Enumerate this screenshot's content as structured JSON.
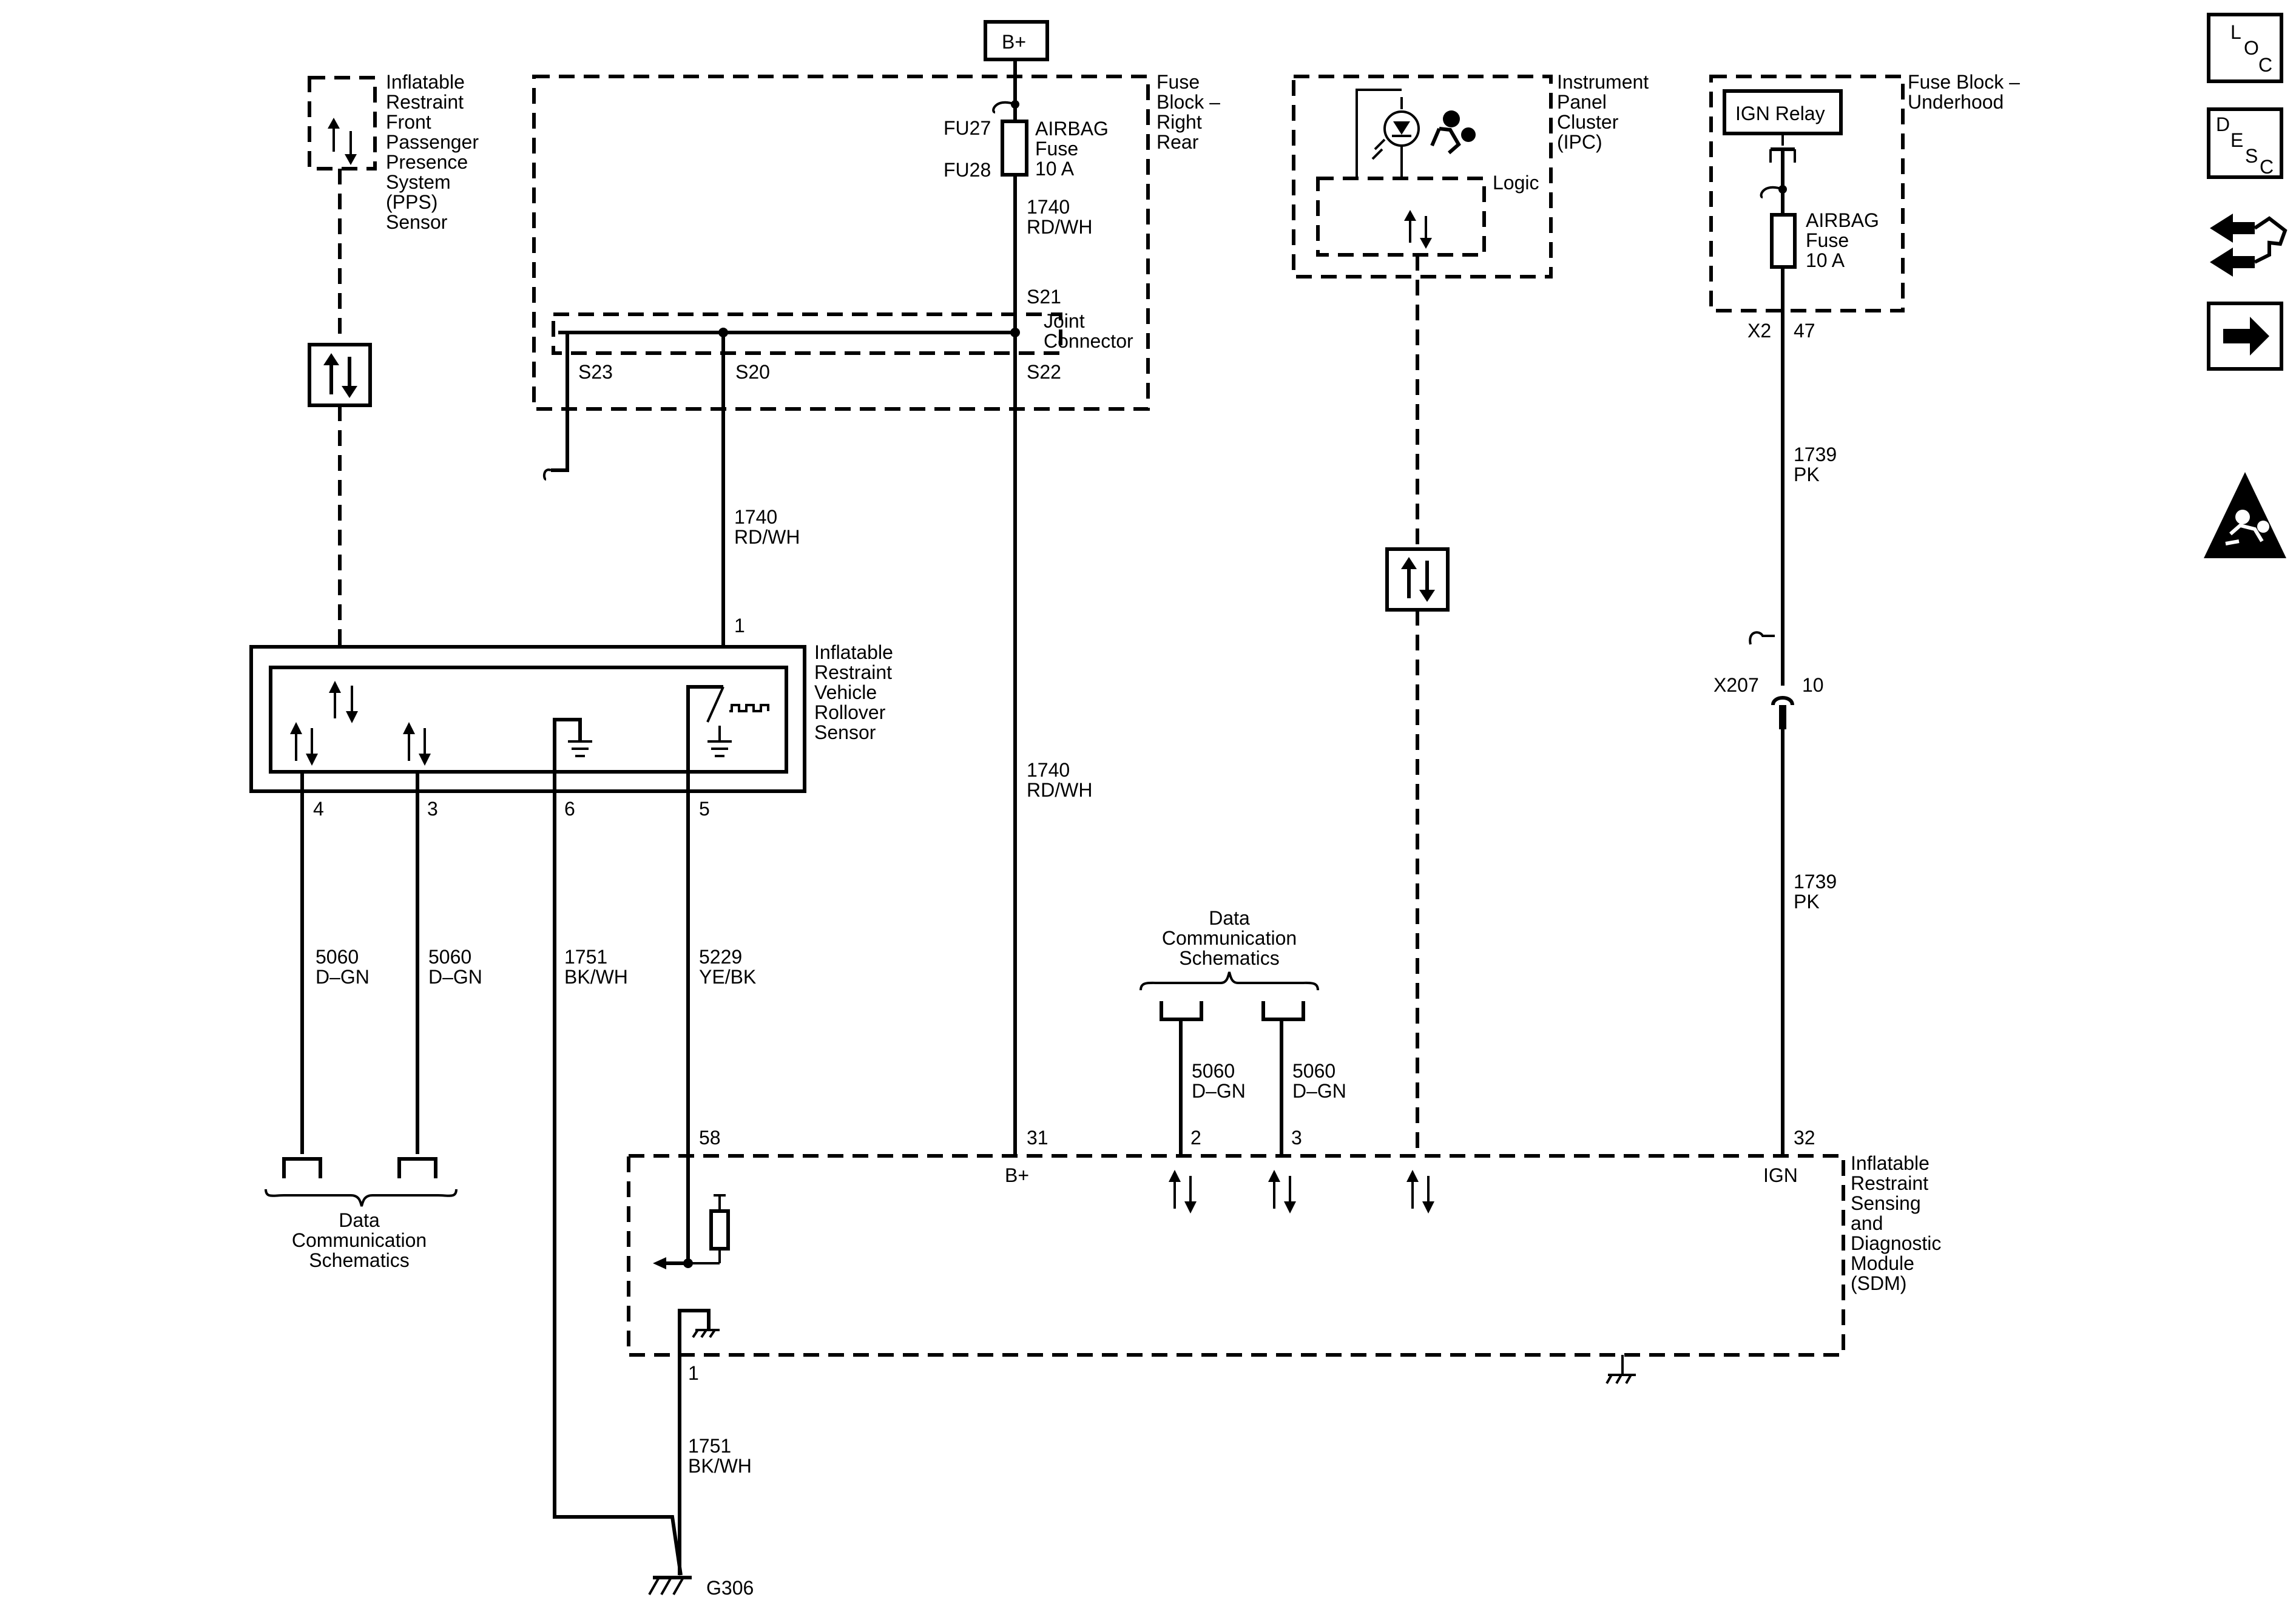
{
  "components": {
    "pps_sensor": [
      "Inflatable",
      "Restraint",
      "Front",
      "Passenger",
      "Presence",
      "System",
      "(PPS)",
      "Sensor"
    ],
    "fuse_block_rear": [
      "Fuse",
      "Block –",
      "Right",
      "Rear"
    ],
    "b_plus": "B+",
    "fu27": "FU27",
    "fu28": "FU28",
    "airbag_fuse_rear": [
      "AIRBAG",
      "Fuse",
      "10 A"
    ],
    "joint_connector": [
      "Joint",
      "Connector"
    ],
    "ipc": [
      "Instrument",
      "Panel",
      "Cluster",
      "(IPC)"
    ],
    "logic": "Logic",
    "fuse_block_underhood": [
      "Fuse Block –",
      "Underhood"
    ],
    "ign_relay": "IGN Relay",
    "airbag_fuse_underhood": [
      "AIRBAG",
      "Fuse",
      "10 A"
    ],
    "rollover_sensor": [
      "Inflatable",
      "Restraint",
      "Vehicle",
      "Rollover",
      "Sensor"
    ],
    "sdm": [
      "Inflatable",
      "Restraint",
      "Sensing",
      "and",
      "Diagnostic",
      "Module",
      "(SDM)"
    ],
    "data_comm_left": [
      "Data",
      "Communication",
      "Schematics"
    ],
    "data_comm_mid": [
      "Data",
      "Communication",
      "Schematics"
    ],
    "x207": "X207",
    "g306": "G306"
  },
  "splices": {
    "s21": "S21",
    "s22": "S22",
    "s23": "S23",
    "s20": "S20"
  },
  "pins": {
    "rollover_1": "1",
    "rollover_4": "4",
    "rollover_3": "3",
    "rollover_6": "6",
    "rollover_5": "5",
    "sdm_58": "58",
    "sdm_31": "31",
    "sdm_2": "2",
    "sdm_3": "3",
    "sdm_32": "32",
    "sdm_1": "1",
    "x2": "X2",
    "x2_47": "47",
    "x207_10": "10",
    "sdm_bplus": "B+",
    "sdm_ign": "IGN"
  },
  "wires": {
    "w1740_top": [
      "1740",
      "RD/WH"
    ],
    "w1740_s20": [
      "1740",
      "RD/WH"
    ],
    "w1740_long": [
      "1740",
      "RD/WH"
    ],
    "w1739_top": [
      "1739",
      "PK"
    ],
    "w1739_bottom": [
      "1739",
      "PK"
    ],
    "w5060_a": [
      "5060",
      "D–GN"
    ],
    "w5060_b": [
      "5060",
      "D–GN"
    ],
    "w1751_a": [
      "1751",
      "BK/WH"
    ],
    "w5229": [
      "5229",
      "YE/BK"
    ],
    "w5060_c": [
      "5060",
      "D–GN"
    ],
    "w5060_d": [
      "5060",
      "D–GN"
    ],
    "w1751_g": [
      "1751",
      "BK/WH"
    ]
  },
  "nav_icons": {
    "loc": [
      "L",
      "O",
      "C"
    ],
    "desc": [
      "D",
      "E",
      "S",
      "C"
    ],
    "connector_icon": "connector-end-view-icon",
    "next_icon": "next-arrow-icon",
    "airbag_warning_icon": "airbag-warning-icon"
  }
}
